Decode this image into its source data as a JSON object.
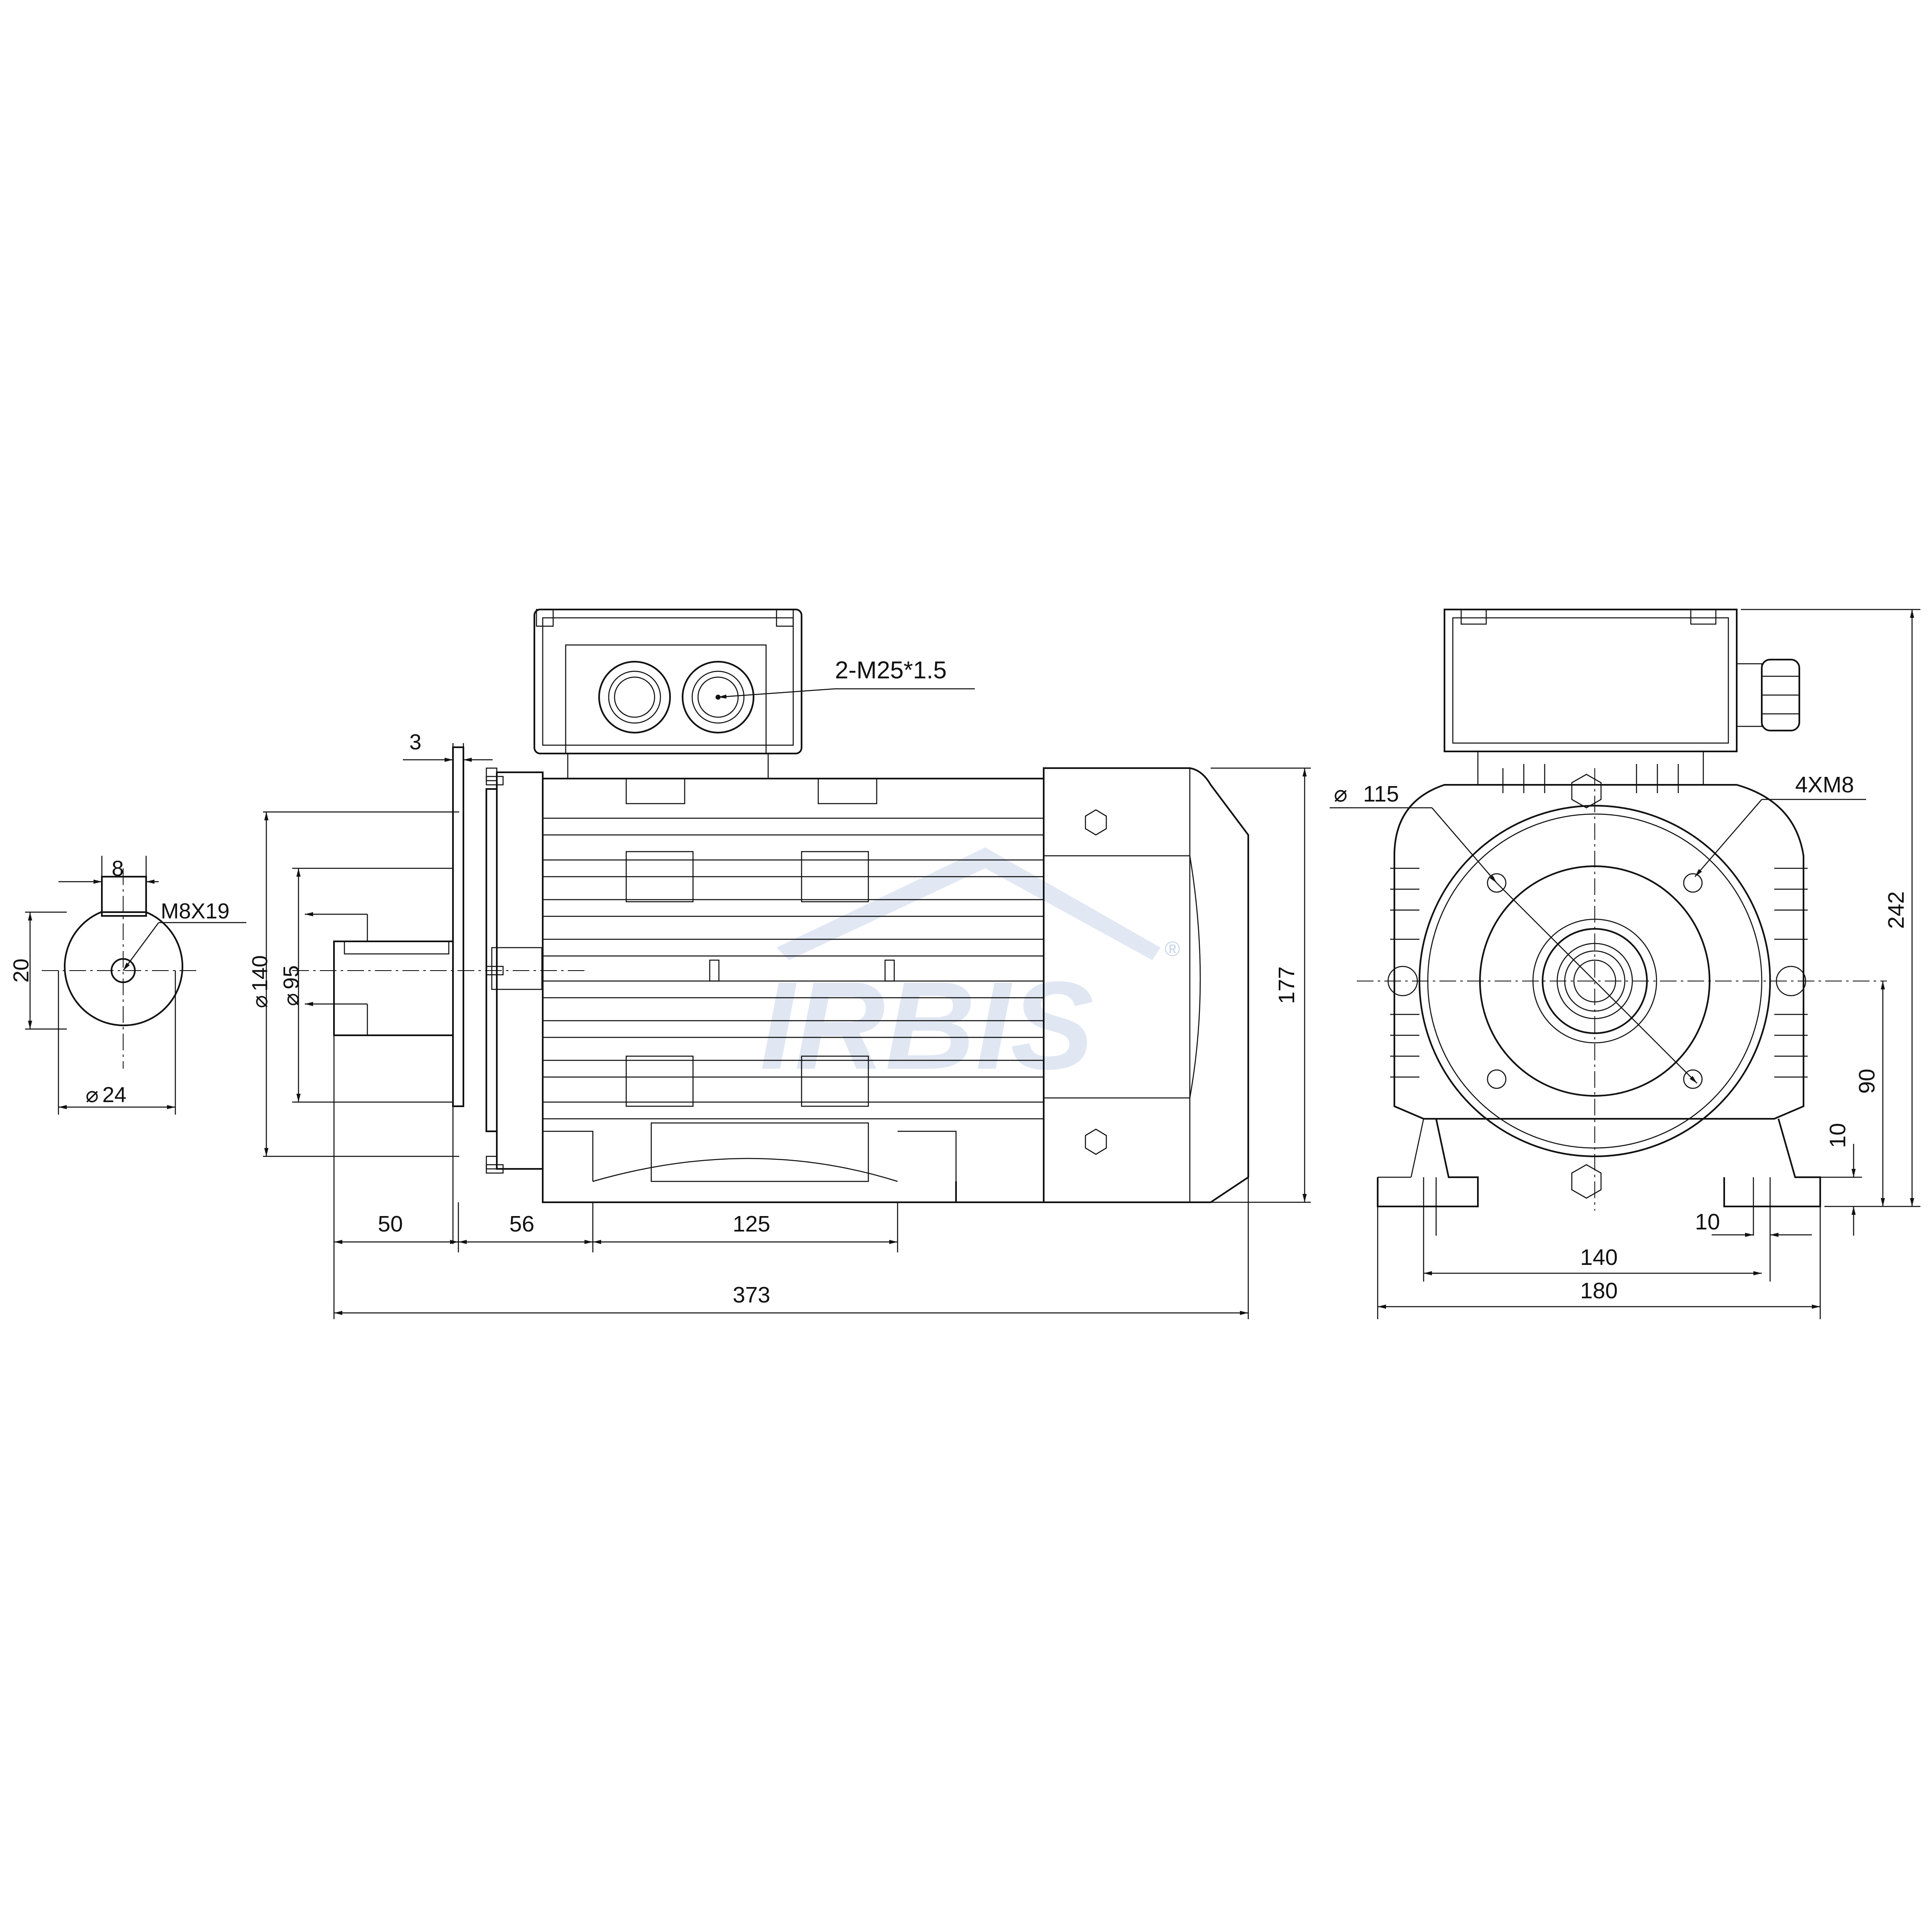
{
  "watermark": {
    "brand": "IRBIS",
    "registered": "®",
    "color": "#c8d4ea"
  },
  "colors": {
    "line": "#111111",
    "background": "#ffffff"
  },
  "labels": {
    "shaft_key": "8",
    "shaft_thread": "M8X19",
    "shaft_height": "20",
    "shaft_dia": "24",
    "flange_thickness": "3",
    "cable_gland": "2-M25*1.5",
    "flange_dia": "140",
    "spigot_dia": "95",
    "overall_height_side": "177",
    "shaft_length": "50",
    "flange_to_foot": "56",
    "foot_spacing_side": "125",
    "overall_length": "373",
    "pitch_dia": "115",
    "flange_holes": "4XM8",
    "overall_height_front": "242",
    "shaft_center_height": "90",
    "foot_thickness": "10",
    "foot_hole": "10",
    "foot_spacing_front": "140",
    "overall_width": "180",
    "dia_symbol": "⌀"
  }
}
